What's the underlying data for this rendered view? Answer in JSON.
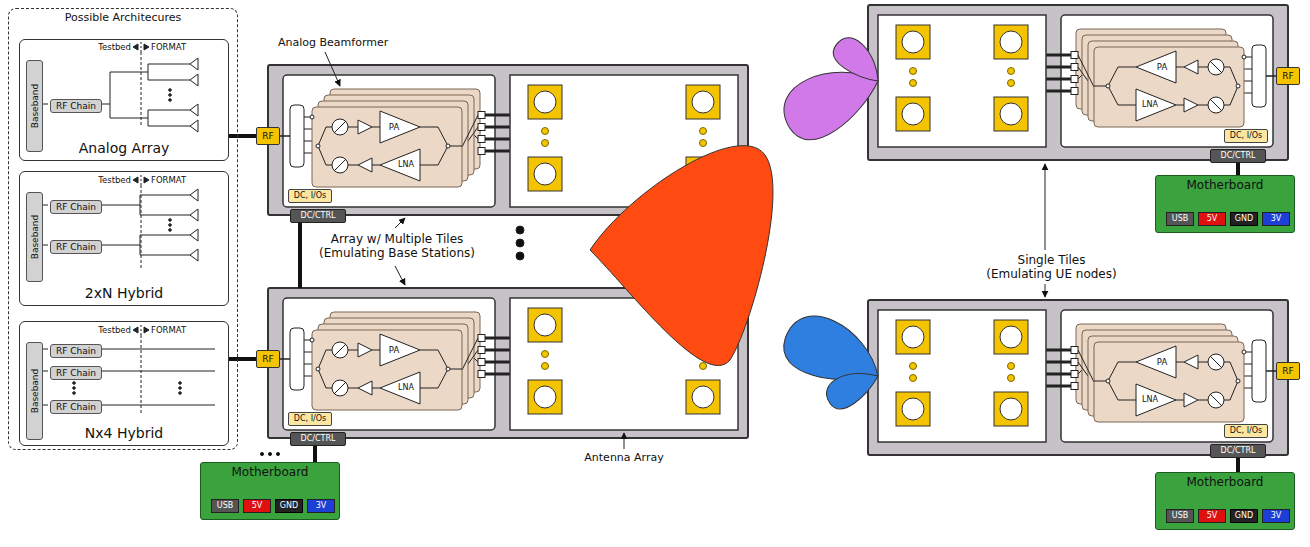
{
  "diagram": {
    "nodes": [
      {
        "text": [
          "Possible Architecures"
        ]
      },
      {
        "text": [
          "Analog Array"
        ],
        "in": 0
      },
      {
        "text": [
          "Baseband"
        ],
        "in": 1
      },
      {
        "text": [
          "RF Chain"
        ],
        "in": 1
      },
      {
        "text": [
          "2xN Hybrid"
        ],
        "in": 0
      },
      {
        "text": [
          "Baseband"
        ],
        "in": 4
      },
      {
        "text": [
          "RF Chain"
        ],
        "in": 4
      },
      {
        "text": [
          "RF Chain"
        ],
        "in": 4
      },
      {
        "text": [
          "Nx4 Hybrid"
        ],
        "in": 0
      },
      {
        "text": [
          "Baseband"
        ],
        "in": 8
      },
      {
        "text": [
          "RF Chain"
        ],
        "in": 8
      },
      {
        "text": [
          "RF Chain"
        ],
        "in": 8
      },
      {
        "text": [
          "RF Chain"
        ],
        "in": 8
      },
      {
        "text": [
          "RF"
        ]
      },
      {
        "text": [
          "DC, I/Os"
        ]
      },
      {
        "text": [
          "DC/CTRL"
        ]
      },
      {
        "text": [
          "RF"
        ]
      },
      {
        "text": [
          "DC, I/Os"
        ]
      },
      {
        "text": [
          "DC/CTRL"
        ]
      },
      {
        "text": [
          "Motherboard"
        ]
      },
      {
        "text": [
          "USB"
        ],
        "in": 19
      },
      {
        "text": [
          "5V"
        ],
        "in": 19
      },
      {
        "text": [
          "GND"
        ],
        "in": 19
      },
      {
        "text": [
          "3V"
        ],
        "in": 19
      },
      {
        "text": [
          "RF"
        ]
      },
      {
        "text": [
          "DC, I/Os"
        ]
      },
      {
        "text": [
          "DC/CTRL"
        ]
      },
      {
        "text": [
          "Motherboard"
        ]
      },
      {
        "text": [
          "USB"
        ],
        "in": 27
      },
      {
        "text": [
          "5V"
        ],
        "in": 27
      },
      {
        "text": [
          "GND"
        ],
        "in": 27
      },
      {
        "text": [
          "3V"
        ],
        "in": 27
      },
      {
        "text": [
          "RF"
        ]
      },
      {
        "text": [
          "DC, I/Os"
        ]
      },
      {
        "text": [
          "DC/CTRL"
        ]
      },
      {
        "text": [
          "Motherboard"
        ]
      },
      {
        "text": [
          "USB"
        ],
        "in": 35
      },
      {
        "text": [
          "5V"
        ],
        "in": 35
      },
      {
        "text": [
          "GND"
        ],
        "in": 35
      },
      {
        "text": [
          "3V"
        ],
        "in": 35
      }
    ],
    "edges": [
      {
        "from": 1,
        "to": 13,
        "arrow": "none"
      },
      {
        "from": 8,
        "to": 16,
        "arrow": "none"
      },
      {
        "from": 19,
        "to": 18,
        "arrow": "none"
      },
      {
        "from": 27,
        "to": 26,
        "arrow": "none"
      },
      {
        "from": 35,
        "to": 34,
        "arrow": "none"
      }
    ],
    "labels": [
      "Testbed",
      "FORMAT",
      "Testbed",
      "FORMAT",
      "Testbed",
      "FORMAT",
      "Analog Beamformer",
      "PA",
      "LNA",
      "PA",
      "LNA",
      "Array w/ Multiple Tiles (Emulating Base Stations)",
      "Antenna Array",
      "PA",
      "LNA",
      "Single Tiles (Emulating UE nodes)",
      "PA",
      "LNA"
    ]
  }
}
